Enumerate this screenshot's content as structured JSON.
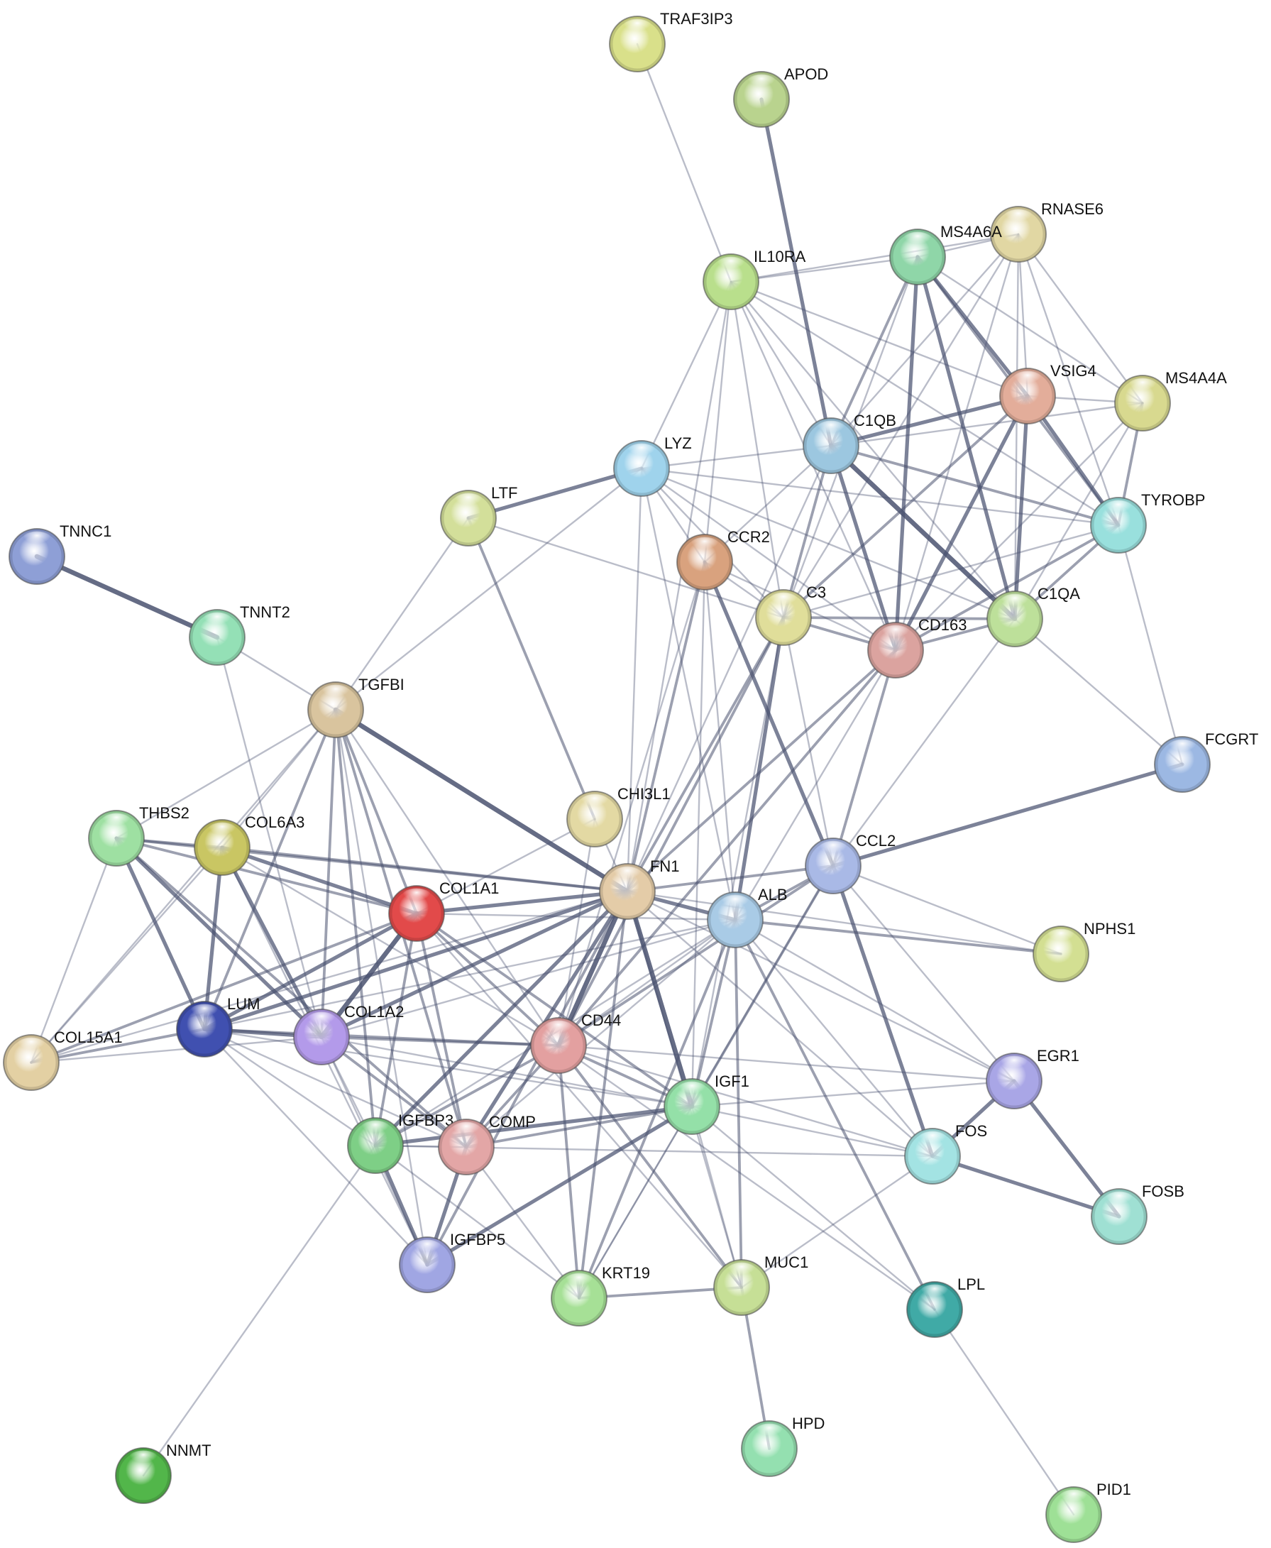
{
  "network": {
    "colors": {
      "background": "#ffffff",
      "edge": "#4a5270",
      "label": "#111111",
      "node_highlight": "#ffffff",
      "node_outline": "#555555"
    },
    "nodes": [
      {
        "id": "TRAF3IP3",
        "label": "TRAF3IP3",
        "color": "#d9e08a"
      },
      {
        "id": "APOD",
        "label": "APOD",
        "color": "#b9d38e"
      },
      {
        "id": "RNASE6",
        "label": "RNASE6",
        "color": "#e1d7a3"
      },
      {
        "id": "MS4A6A",
        "label": "MS4A6A",
        "color": "#8fd6a8"
      },
      {
        "id": "IL10RA",
        "label": "IL10RA",
        "color": "#b9df8c"
      },
      {
        "id": "VSIG4",
        "label": "VSIG4",
        "color": "#e3ad9a"
      },
      {
        "id": "MS4A4A",
        "label": "MS4A4A",
        "color": "#d8d98f"
      },
      {
        "id": "C1QB",
        "label": "C1QB",
        "color": "#9cc7e0"
      },
      {
        "id": "LYZ",
        "label": "LYZ",
        "color": "#9fd3ec"
      },
      {
        "id": "LTF",
        "label": "LTF",
        "color": "#d3df9a"
      },
      {
        "id": "TYROBP",
        "label": "TYROBP",
        "color": "#99e0dd"
      },
      {
        "id": "TNNC1",
        "label": "TNNC1",
        "color": "#8e9fd6"
      },
      {
        "id": "CCR2",
        "label": "CCR2",
        "color": "#d9a27e"
      },
      {
        "id": "C3",
        "label": "C3",
        "color": "#e0de9a"
      },
      {
        "id": "C1QA",
        "label": "C1QA",
        "color": "#bde09a"
      },
      {
        "id": "CD163",
        "label": "CD163",
        "color": "#dba39f"
      },
      {
        "id": "TNNT2",
        "label": "TNNT2",
        "color": "#94e0b6"
      },
      {
        "id": "TGFBI",
        "label": "TGFBI",
        "color": "#d9c49e"
      },
      {
        "id": "FCGRT",
        "label": "FCGRT",
        "color": "#9cb8e3"
      },
      {
        "id": "CHI3L1",
        "label": "CHI3L1",
        "color": "#e3d9a3"
      },
      {
        "id": "THBS2",
        "label": "THBS2",
        "color": "#9ee0a2"
      },
      {
        "id": "COL6A3",
        "label": "COL6A3",
        "color": "#c9c663"
      },
      {
        "id": "CCL2",
        "label": "CCL2",
        "color": "#a9b9e6"
      },
      {
        "id": "FN1",
        "label": "FN1",
        "color": "#e4cca8"
      },
      {
        "id": "COL1A1",
        "label": "COL1A1",
        "color": "#e24a4a"
      },
      {
        "id": "ALB",
        "label": "ALB",
        "color": "#a9cbe6"
      },
      {
        "id": "NPHS1",
        "label": "NPHS1",
        "color": "#d3df92"
      },
      {
        "id": "LUM",
        "label": "LUM",
        "color": "#4050b0"
      },
      {
        "id": "COL1A2",
        "label": "COL1A2",
        "color": "#b39aea"
      },
      {
        "id": "CD44",
        "label": "CD44",
        "color": "#e3a0a0"
      },
      {
        "id": "COL15A1",
        "label": "COL15A1",
        "color": "#e3d0a3"
      },
      {
        "id": "EGR1",
        "label": "EGR1",
        "color": "#a9a6e6"
      },
      {
        "id": "IGF1",
        "label": "IGF1",
        "color": "#94e0a8"
      },
      {
        "id": "FOS",
        "label": "FOS",
        "color": "#a3e3e3"
      },
      {
        "id": "IGFBP3",
        "label": "IGFBP3",
        "color": "#7ecf86"
      },
      {
        "id": "COMP",
        "label": "COMP",
        "color": "#e3a6a6"
      },
      {
        "id": "FOSB",
        "label": "FOSB",
        "color": "#9fe0d3"
      },
      {
        "id": "IGFBP5",
        "label": "IGFBP5",
        "color": "#a0a6e3"
      },
      {
        "id": "KRT19",
        "label": "KRT19",
        "color": "#a6e096"
      },
      {
        "id": "MUC1",
        "label": "MUC1",
        "color": "#c6df96"
      },
      {
        "id": "LPL",
        "label": "LPL",
        "color": "#40aaa6"
      },
      {
        "id": "HPD",
        "label": "HPD",
        "color": "#94e0b0"
      },
      {
        "id": "NNMT",
        "label": "NNMT",
        "color": "#52b64a"
      },
      {
        "id": "PID1",
        "label": "PID1",
        "color": "#9ee096"
      }
    ],
    "edges": [
      [
        "TRAF3IP3",
        "IL10RA",
        1
      ],
      [
        "APOD",
        "C1QB",
        3
      ],
      [
        "TNNC1",
        "TNNT2",
        4
      ],
      [
        "TNNT2",
        "TGFBI",
        1
      ],
      [
        "TNNT2",
        "COL1A2",
        1
      ],
      [
        "IL10RA",
        "MS4A6A",
        1
      ],
      [
        "IL10RA",
        "RNASE6",
        1
      ],
      [
        "IL10RA",
        "C1QB",
        1
      ],
      [
        "IL10RA",
        "VSIG4",
        1
      ],
      [
        "IL10RA",
        "TYROBP",
        1
      ],
      [
        "IL10RA",
        "C1QA",
        1
      ],
      [
        "IL10RA",
        "CD163",
        1
      ],
      [
        "IL10RA",
        "C3",
        1
      ],
      [
        "IL10RA",
        "CCR2",
        1
      ],
      [
        "IL10RA",
        "LYZ",
        1
      ],
      [
        "IL10RA",
        "FN1",
        1
      ],
      [
        "MS4A6A",
        "RNASE6",
        1
      ],
      [
        "MS4A6A",
        "VSIG4",
        3
      ],
      [
        "MS4A6A",
        "MS4A4A",
        1
      ],
      [
        "MS4A6A",
        "C1QB",
        2
      ],
      [
        "MS4A6A",
        "C1QA",
        3
      ],
      [
        "MS4A6A",
        "CD163",
        3
      ],
      [
        "MS4A6A",
        "TYROBP",
        2
      ],
      [
        "MS4A6A",
        "C3",
        1
      ],
      [
        "RNASE6",
        "VSIG4",
        1
      ],
      [
        "RNASE6",
        "MS4A4A",
        1
      ],
      [
        "RNASE6",
        "TYROBP",
        1
      ],
      [
        "RNASE6",
        "C1QB",
        1
      ],
      [
        "RNASE6",
        "C1QA",
        1
      ],
      [
        "RNASE6",
        "CD163",
        1
      ],
      [
        "RNASE6",
        "C3",
        1
      ],
      [
        "VSIG4",
        "MS4A4A",
        1
      ],
      [
        "VSIG4",
        "C1QB",
        3
      ],
      [
        "VSIG4",
        "C1QA",
        3
      ],
      [
        "VSIG4",
        "CD163",
        3
      ],
      [
        "VSIG4",
        "TYROBP",
        3
      ],
      [
        "VSIG4",
        "C3",
        2
      ],
      [
        "MS4A4A",
        "TYROBP",
        2
      ],
      [
        "MS4A4A",
        "C1QB",
        1
      ],
      [
        "MS4A4A",
        "C1QA",
        1
      ],
      [
        "MS4A4A",
        "CD163",
        1
      ],
      [
        "C1QB",
        "C1QA",
        4
      ],
      [
        "C1QB",
        "CD163",
        3
      ],
      [
        "C1QB",
        "TYROBP",
        2
      ],
      [
        "C1QB",
        "C3",
        2
      ],
      [
        "C1QB",
        "LYZ",
        1
      ],
      [
        "C1QB",
        "CCR2",
        1
      ],
      [
        "C1QB",
        "FN1",
        1
      ],
      [
        "LYZ",
        "LTF",
        3
      ],
      [
        "LYZ",
        "CCR2",
        1
      ],
      [
        "LYZ",
        "C3",
        1
      ],
      [
        "LYZ",
        "CD163",
        1
      ],
      [
        "LYZ",
        "TYROBP",
        1
      ],
      [
        "LYZ",
        "C1QA",
        1
      ],
      [
        "LYZ",
        "ALB",
        1
      ],
      [
        "LYZ",
        "FN1",
        1
      ],
      [
        "LYZ",
        "TGFBI",
        1
      ],
      [
        "LTF",
        "TGFBI",
        1
      ],
      [
        "LTF",
        "CHI3L1",
        2
      ],
      [
        "LTF",
        "C3",
        1
      ],
      [
        "TYROBP",
        "C1QA",
        2
      ],
      [
        "TYROBP",
        "CD163",
        2
      ],
      [
        "TYROBP",
        "FCGRT",
        1
      ],
      [
        "TYROBP",
        "C3",
        1
      ],
      [
        "CCR2",
        "CCL2",
        3
      ],
      [
        "CCR2",
        "C3",
        1
      ],
      [
        "CCR2",
        "CD163",
        1
      ],
      [
        "CCR2",
        "FN1",
        2
      ],
      [
        "CCR2",
        "ALB",
        1
      ],
      [
        "CCR2",
        "CD44",
        1
      ],
      [
        "CCR2",
        "IGF1",
        1
      ],
      [
        "C3",
        "CD163",
        2
      ],
      [
        "C3",
        "C1QA",
        2
      ],
      [
        "C3",
        "ALB",
        3
      ],
      [
        "C3",
        "FN1",
        2
      ],
      [
        "C3",
        "CD44",
        2
      ],
      [
        "C3",
        "CCL2",
        1
      ],
      [
        "C3",
        "IGF1",
        1
      ],
      [
        "C1QA",
        "CD163",
        2
      ],
      [
        "C1QA",
        "CCL2",
        1
      ],
      [
        "C1QA",
        "FCGRT",
        1
      ],
      [
        "CD163",
        "CCL2",
        2
      ],
      [
        "CD163",
        "ALB",
        1
      ],
      [
        "CD163",
        "FN1",
        2
      ],
      [
        "CD163",
        "CD44",
        2
      ],
      [
        "FCGRT",
        "CCL2",
        3
      ],
      [
        "TGFBI",
        "THBS2",
        1
      ],
      [
        "TGFBI",
        "COL6A3",
        1
      ],
      [
        "TGFBI",
        "COL1A1",
        2
      ],
      [
        "TGFBI",
        "COL1A2",
        2
      ],
      [
        "TGFBI",
        "LUM",
        2
      ],
      [
        "TGFBI",
        "FN1",
        4
      ],
      [
        "TGFBI",
        "COL15A1",
        1
      ],
      [
        "TGFBI",
        "IGFBP3",
        2
      ],
      [
        "TGFBI",
        "COMP",
        2
      ],
      [
        "TGFBI",
        "CD44",
        1
      ],
      [
        "TGFBI",
        "IGFBP5",
        1
      ],
      [
        "CHI3L1",
        "FN1",
        1
      ],
      [
        "CHI3L1",
        "COL1A1",
        1
      ],
      [
        "CHI3L1",
        "CD44",
        1
      ],
      [
        "THBS2",
        "COL6A3",
        2
      ],
      [
        "THBS2",
        "COL1A1",
        2
      ],
      [
        "THBS2",
        "COL1A2",
        3
      ],
      [
        "THBS2",
        "LUM",
        3
      ],
      [
        "THBS2",
        "COL15A1",
        1
      ],
      [
        "THBS2",
        "FN1",
        2
      ],
      [
        "THBS2",
        "COMP",
        2
      ],
      [
        "COL6A3",
        "COL1A1",
        3
      ],
      [
        "COL6A3",
        "COL1A2",
        3
      ],
      [
        "COL6A3",
        "LUM",
        3
      ],
      [
        "COL6A3",
        "COL15A1",
        1
      ],
      [
        "COL6A3",
        "FN1",
        2
      ],
      [
        "COL6A3",
        "CD44",
        1
      ],
      [
        "COL6A3",
        "IGFBP5",
        1
      ],
      [
        "CCL2",
        "FN1",
        2
      ],
      [
        "CCL2",
        "ALB",
        2
      ],
      [
        "CCL2",
        "NPHS1",
        1
      ],
      [
        "CCL2",
        "FOS",
        3
      ],
      [
        "CCL2",
        "EGR1",
        1
      ],
      [
        "CCL2",
        "IGF1",
        2
      ],
      [
        "CCL2",
        "CD44",
        2
      ],
      [
        "CCL2",
        "KRT19",
        1
      ],
      [
        "FN1",
        "COL1A1",
        3
      ],
      [
        "FN1",
        "ALB",
        3
      ],
      [
        "FN1",
        "COL1A2",
        3
      ],
      [
        "FN1",
        "LUM",
        3
      ],
      [
        "FN1",
        "CD44",
        4
      ],
      [
        "FN1",
        "IGF1",
        4
      ],
      [
        "FN1",
        "IGFBP3",
        3
      ],
      [
        "FN1",
        "COMP",
        3
      ],
      [
        "FN1",
        "IGFBP5",
        2
      ],
      [
        "FN1",
        "KRT19",
        2
      ],
      [
        "FN1",
        "MUC1",
        1
      ],
      [
        "FN1",
        "EGR1",
        1
      ],
      [
        "FN1",
        "FOS",
        1
      ],
      [
        "FN1",
        "NPHS1",
        1
      ],
      [
        "FN1",
        "COL15A1",
        1
      ],
      [
        "COL1A1",
        "COL1A2",
        4
      ],
      [
        "COL1A1",
        "LUM",
        3
      ],
      [
        "COL1A1",
        "CD44",
        2
      ],
      [
        "COL1A1",
        "ALB",
        1
      ],
      [
        "COL1A1",
        "IGF1",
        2
      ],
      [
        "COL1A1",
        "IGFBP3",
        2
      ],
      [
        "COL1A1",
        "COMP",
        2
      ],
      [
        "COL1A1",
        "COL15A1",
        2
      ],
      [
        "COL1A1",
        "MUC1",
        1
      ],
      [
        "ALB",
        "IGF1",
        2
      ],
      [
        "ALB",
        "CD44",
        1
      ],
      [
        "ALB",
        "COL1A2",
        1
      ],
      [
        "ALB",
        "NPHS1",
        2
      ],
      [
        "ALB",
        "LPL",
        2
      ],
      [
        "ALB",
        "FOS",
        1
      ],
      [
        "ALB",
        "EGR1",
        1
      ],
      [
        "ALB",
        "MUC1",
        2
      ],
      [
        "ALB",
        "KRT19",
        2
      ],
      [
        "ALB",
        "IGFBP3",
        1
      ],
      [
        "ALB",
        "COMP",
        1
      ],
      [
        "ALB",
        "LUM",
        1
      ],
      [
        "LUM",
        "COL1A2",
        3
      ],
      [
        "LUM",
        "COL15A1",
        2
      ],
      [
        "LUM",
        "CD44",
        2
      ],
      [
        "LUM",
        "IGFBP3",
        1
      ],
      [
        "LUM",
        "IGFBP5",
        1
      ],
      [
        "LUM",
        "COMP",
        1
      ],
      [
        "LUM",
        "IGF1",
        1
      ],
      [
        "COL1A2",
        "CD44",
        2
      ],
      [
        "COL1A2",
        "COL15A1",
        1
      ],
      [
        "COL1A2",
        "IGFBP3",
        1
      ],
      [
        "COL1A2",
        "COMP",
        2
      ],
      [
        "COL1A2",
        "IGFBP5",
        1
      ],
      [
        "COL1A2",
        "IGF1",
        1
      ],
      [
        "CD44",
        "IGF1",
        2
      ],
      [
        "CD44",
        "COMP",
        2
      ],
      [
        "CD44",
        "IGFBP3",
        2
      ],
      [
        "CD44",
        "KRT19",
        2
      ],
      [
        "CD44",
        "MUC1",
        2
      ],
      [
        "CD44",
        "FOS",
        1
      ],
      [
        "CD44",
        "EGR1",
        1
      ],
      [
        "CD44",
        "LPL",
        1
      ],
      [
        "EGR1",
        "FOS",
        3
      ],
      [
        "EGR1",
        "FOSB",
        3
      ],
      [
        "EGR1",
        "IGF1",
        1
      ],
      [
        "IGF1",
        "IGFBP3",
        3
      ],
      [
        "IGF1",
        "IGFBP5",
        3
      ],
      [
        "IGF1",
        "COMP",
        2
      ],
      [
        "IGF1",
        "KRT19",
        1
      ],
      [
        "IGF1",
        "MUC1",
        1
      ],
      [
        "IGF1",
        "FOS",
        1
      ],
      [
        "IGF1",
        "LPL",
        1
      ],
      [
        "FOS",
        "FOSB",
        3
      ],
      [
        "FOS",
        "IGFBP3",
        1
      ],
      [
        "FOS",
        "MUC1",
        1
      ],
      [
        "IGFBP3",
        "COMP",
        1
      ],
      [
        "IGFBP3",
        "IGFBP5",
        3
      ],
      [
        "IGFBP3",
        "NNMT",
        1
      ],
      [
        "IGFBP3",
        "KRT19",
        1
      ],
      [
        "COMP",
        "IGFBP5",
        3
      ],
      [
        "COMP",
        "KRT19",
        1
      ],
      [
        "KRT19",
        "MUC1",
        2
      ],
      [
        "MUC1",
        "HPD",
        2
      ],
      [
        "LPL",
        "PID1",
        1
      ]
    ]
  }
}
